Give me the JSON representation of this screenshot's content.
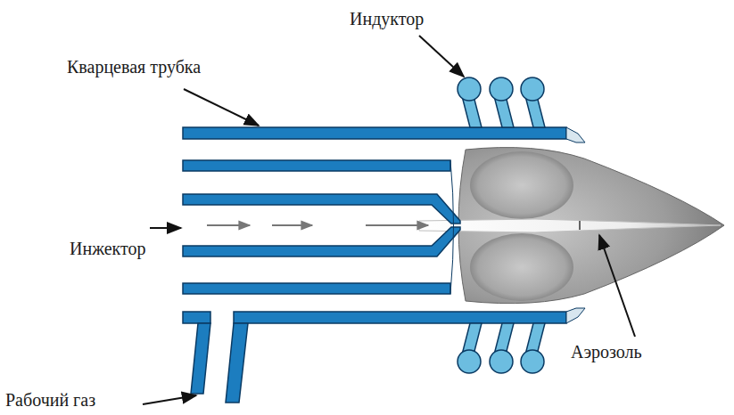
{
  "diagram": {
    "labels": [
      "Индуктор",
      "Кварцевая трубка",
      "Инжектор",
      "Аэрозоль",
      "Рабочий газ"
    ]
  }
}
